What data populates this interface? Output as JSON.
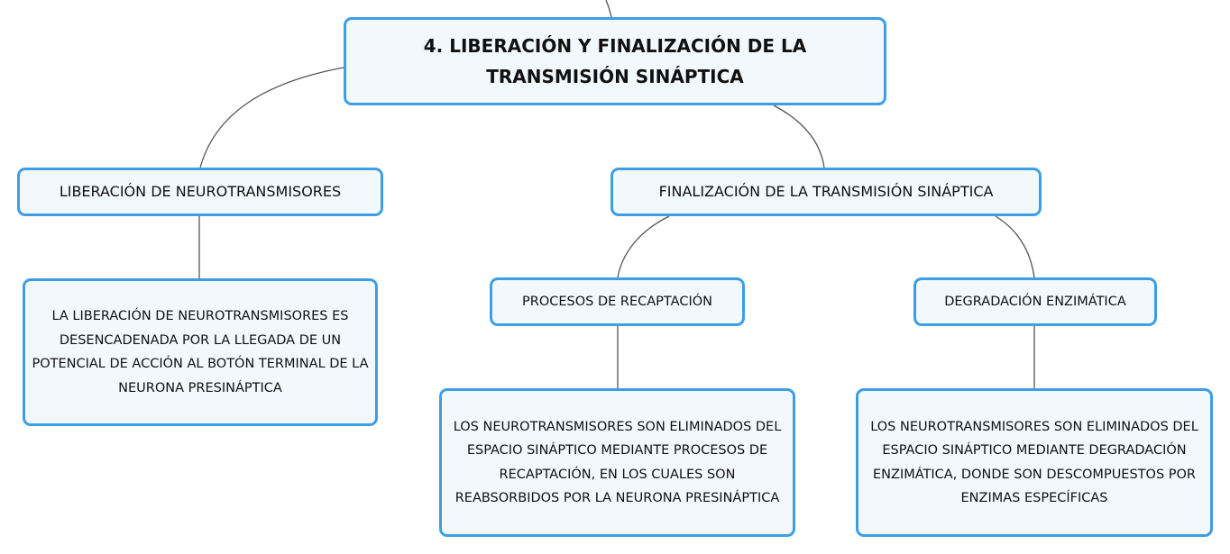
{
  "diagram": {
    "root": {
      "title": "4. LIBERACIÓN Y FINALIZACIÓN DE LA TRANSMISIÓN SINÁPTICA"
    },
    "branches": [
      {
        "label": "LIBERACIÓN DE NEUROTRANSMISORES",
        "description": "LA LIBERACIÓN DE NEUROTRANSMISORES ES DESENCADENADA POR LA LLEGADA DE UN POTENCIAL DE ACCIÓN AL BOTÓN TERMINAL DE LA NEURONA PRESINÁPTICA"
      },
      {
        "label": "FINALIZACIÓN DE LA TRANSMISIÓN SINÁPTICA",
        "children": [
          {
            "label": "PROCESOS DE RECAPTACIÓN",
            "description": "LOS NEUROTRANSMISORES SON ELIMINADOS DEL ESPACIO SINÁPTICO MEDIANTE PROCESOS DE RECAPTACIÓN, EN LOS CUALES SON REABSORBIDOS POR LA NEURONA PRESINÁPTICA"
          },
          {
            "label": "DEGRADACIÓN ENZIMÁTICA",
            "description": "LOS NEUROTRANSMISORES SON ELIMINADOS DEL ESPACIO SINÁPTICO MEDIANTE DEGRADACIÓN ENZIMÁTICA, DONDE SON DESCOMPUESTOS POR ENZIMAS ESPECÍFICAS"
          }
        ]
      }
    ]
  },
  "colors": {
    "node_border": "#3d9ee6",
    "node_fill": "#f3f8fd",
    "connector": "#555555",
    "text": "#111111"
  }
}
